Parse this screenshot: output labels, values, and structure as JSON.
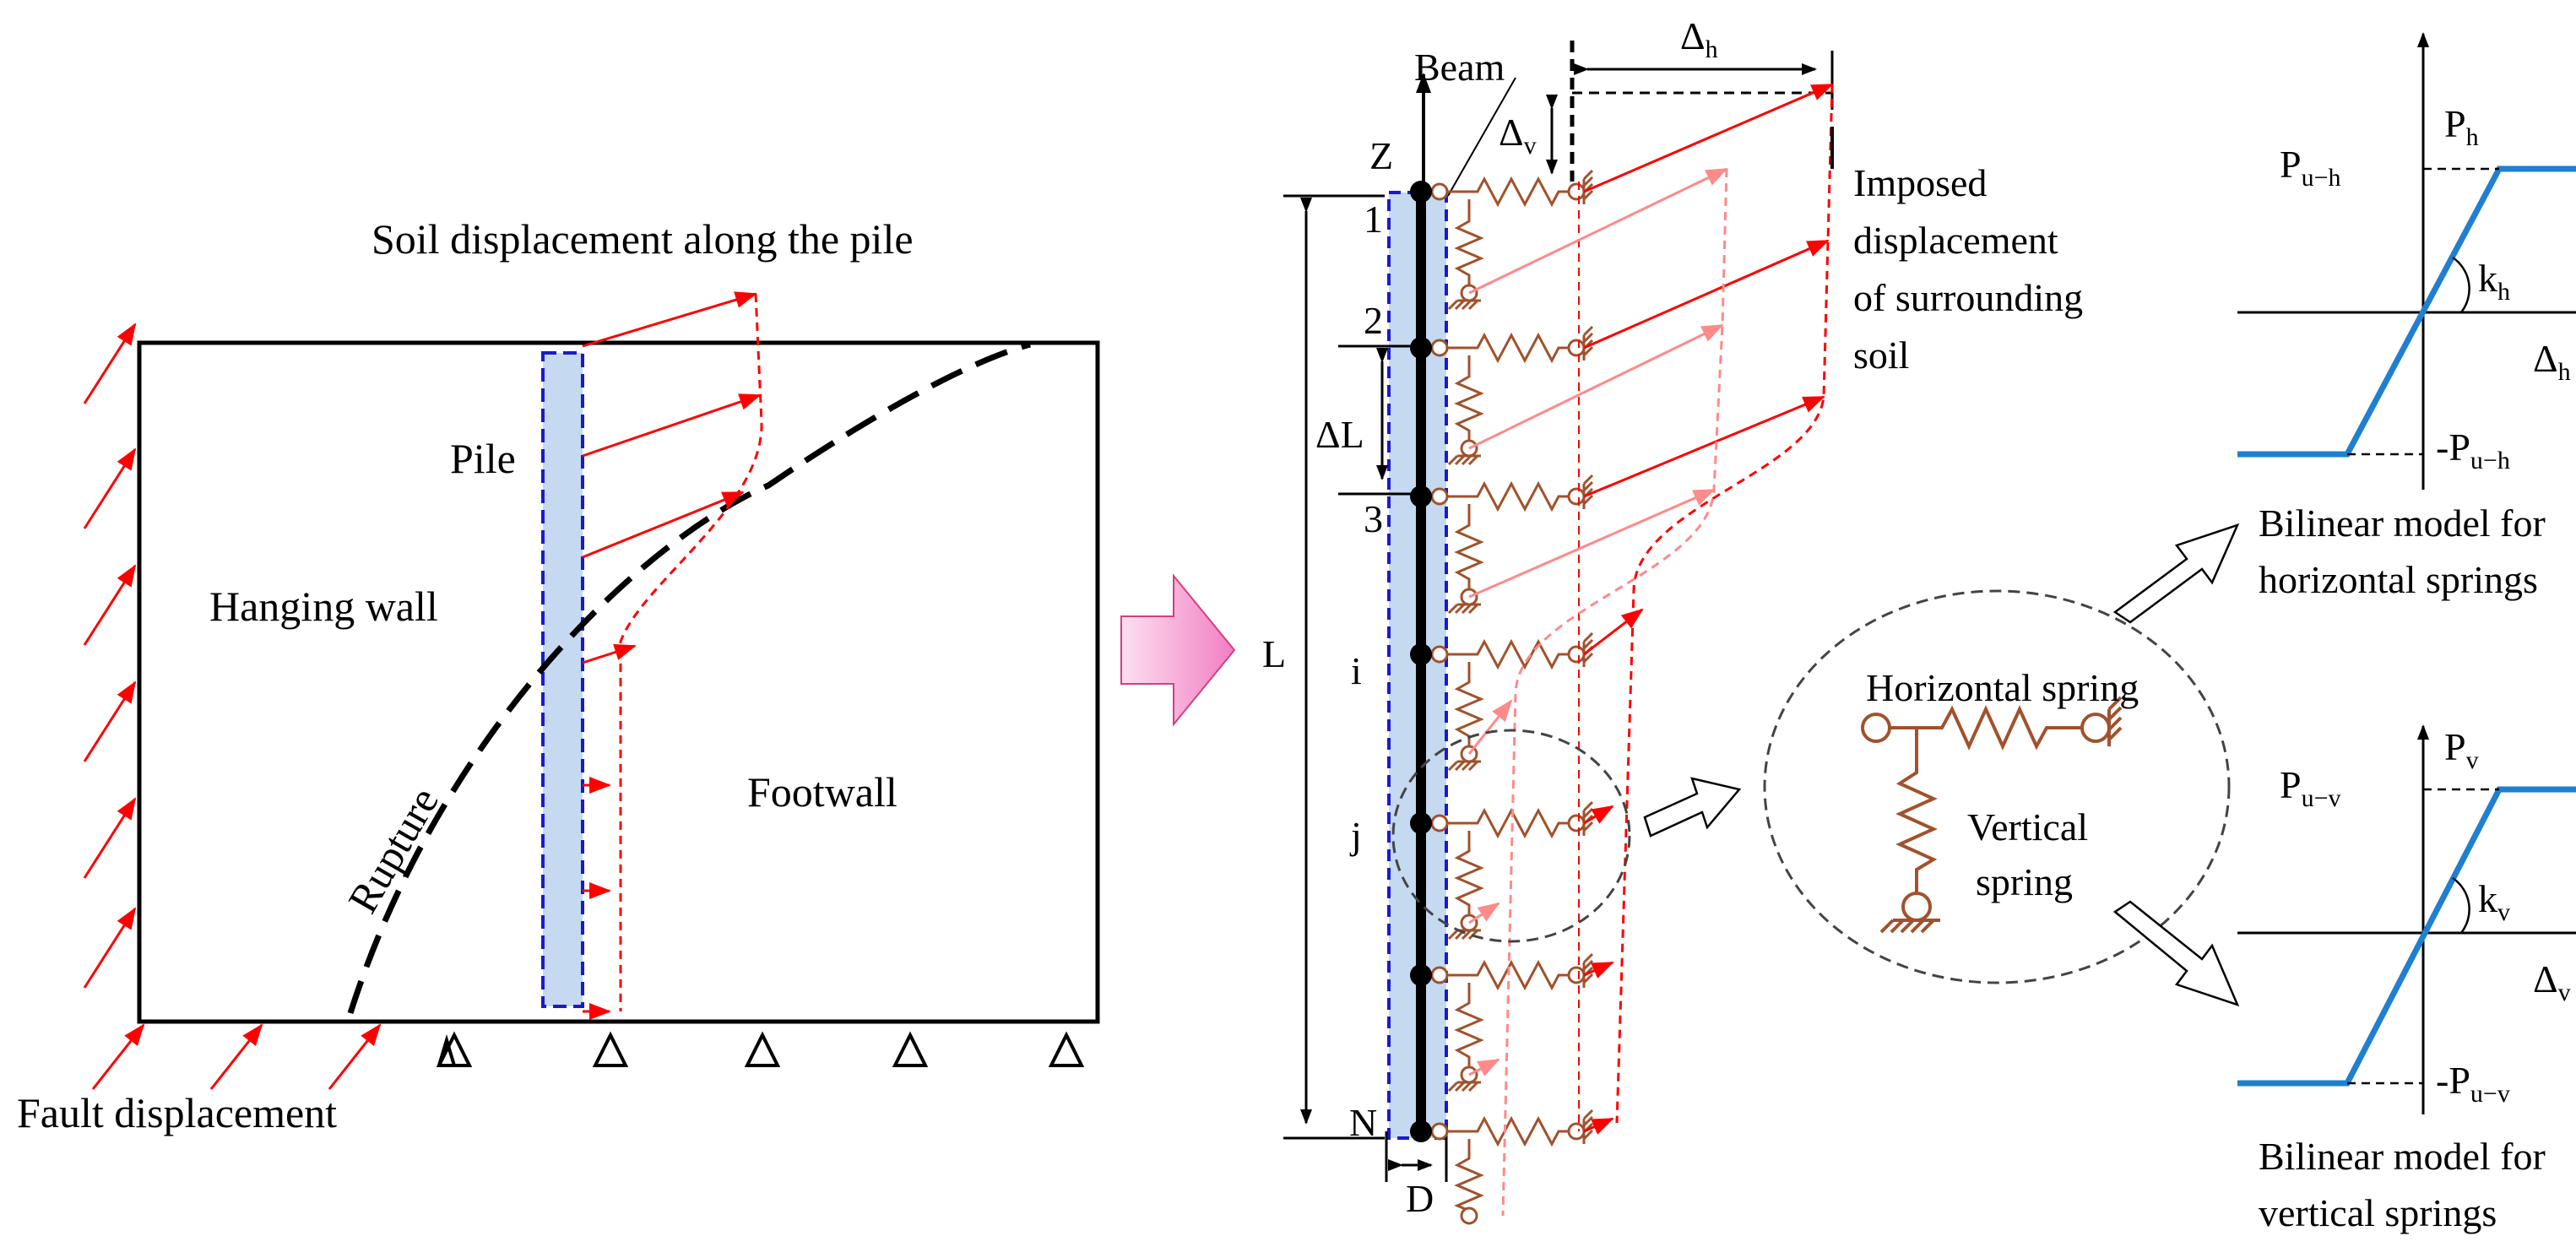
{
  "left_panel": {
    "soil_title": "Soil displacement along the pile",
    "pile": "Pile",
    "hanging_wall": "Hanging wall",
    "footwall": "Footwall",
    "rupture": "Rupture",
    "fault_displacement": "Fault displacement"
  },
  "middle_panel": {
    "beam": "Beam",
    "z_axis": "Z",
    "node_1": "1",
    "node_2": "2",
    "node_3": "3",
    "node_i": "i",
    "node_j": "j",
    "node_n": "N",
    "length": "L",
    "delta_l": "ΔL",
    "diameter": "D",
    "delta_h_main": "Δ",
    "delta_h_sub": "h",
    "delta_v_main": "Δ",
    "delta_v_sub": "v",
    "imposed_line1": "Imposed",
    "imposed_line2": "displacement",
    "imposed_line3": "of surrounding",
    "imposed_line4": "soil"
  },
  "detail": {
    "horizontal_spring": "Horizontal spring",
    "vertical_line1": "Vertical",
    "vertical_line2": "spring"
  },
  "top_graph": {
    "p_main": "P",
    "p_sub": "h",
    "pu_main": "P",
    "pu_sub": "u−h",
    "neg_pu_main": "-P",
    "neg_pu_sub": "u−h",
    "k_main": "k",
    "k_sub": "h",
    "delta_main": "Δ",
    "delta_sub": "h",
    "caption_line1": "Bilinear model for",
    "caption_line2": "horizontal springs"
  },
  "bottom_graph": {
    "p_main": "P",
    "p_sub": "v",
    "pu_main": "P",
    "pu_sub": "u−v",
    "neg_pu_main": "-P",
    "neg_pu_sub": "u−v",
    "k_main": "k",
    "k_sub": "v",
    "delta_main": "Δ",
    "delta_sub": "v",
    "caption_line1": "Bilinear model for",
    "caption_line2": "vertical springs"
  },
  "colors": {
    "displacement": "#ff0000",
    "displacement_light": "#ff8a8a",
    "spring": "#a0522d",
    "pile_fill": "#c5d9f1",
    "pile_border": "#1a1acc",
    "model_line": "#1f7fd0",
    "arrow_fill": "#f9a9d6"
  }
}
